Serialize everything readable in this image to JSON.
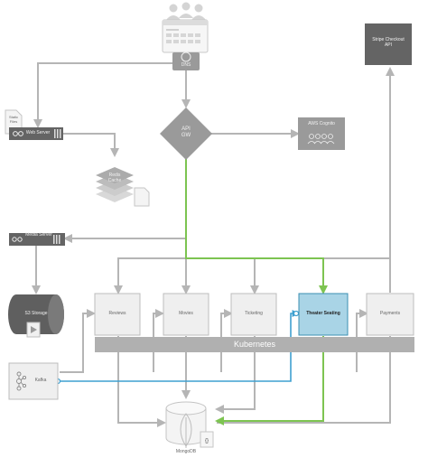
{
  "nodes": {
    "dns": "DNS",
    "web_server": "Web Server",
    "static_files": "Static Files",
    "api_gw": "API GW",
    "aws_cognito": "AWS Cognito",
    "redis": "Redis Cache",
    "media_server": "Media Server",
    "s3_storage": "S3 Storage",
    "stripe_api": "Stripe Checkout API",
    "kafka": "Kafka",
    "mongodb": "MongoDB",
    "kubernetes": "Kubernetes"
  },
  "services": [
    "Reviews",
    "Movies",
    "Ticketing",
    "Theater Seating",
    "Payments"
  ],
  "colors": {
    "gray_line": "#b5b5b5",
    "dark_box": "#646464",
    "highlight_box": "#a9d4e6",
    "highlight_border": "#3b8fb3",
    "green_line": "#7dc451",
    "blue_line": "#3ea0d0",
    "kubernetes_bar": "#b0b0b0"
  }
}
